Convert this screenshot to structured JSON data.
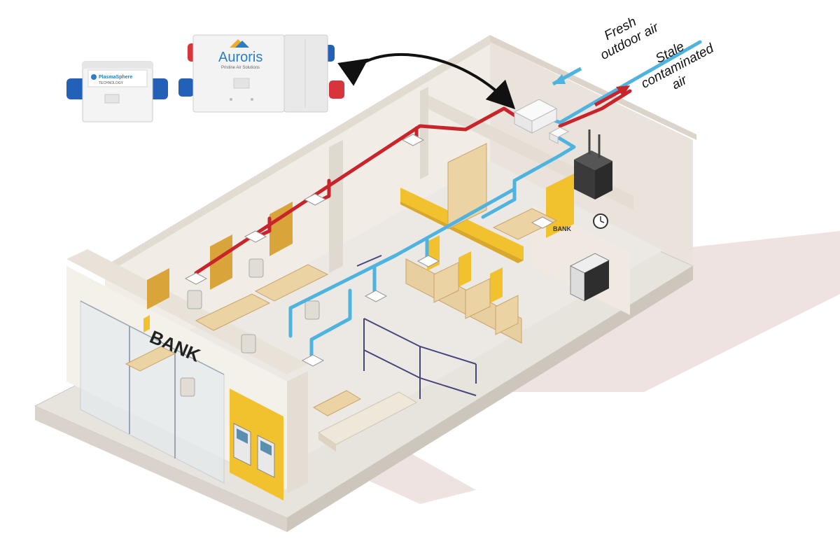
{
  "labels": {
    "fresh_air_line1": "Fresh",
    "fresh_air_line2": "outdoor air",
    "stale_air_line1": "Stale",
    "stale_air_line2": "contaminated",
    "stale_air_line3": "air"
  },
  "products": {
    "plasma_unit": {
      "brand_line1": "PlasmaSphere",
      "brand_line2": "TECHNOLOGY"
    },
    "auroris_unit": {
      "brand": "Auroris",
      "tagline": "Pristine Air Solutions"
    }
  },
  "bank": {
    "facade_sign": "BANK",
    "wall_sign": "BANK"
  },
  "colors": {
    "supply_duct": "#4fb3e0",
    "exhaust_duct": "#c8242c",
    "brand_yellow": "#f2c12e",
    "wall_cream": "#f3eee6",
    "floor": "#e9e6e1",
    "furniture_wood": "#e8cfa0",
    "auroris_blue": "#2a7ec1"
  }
}
